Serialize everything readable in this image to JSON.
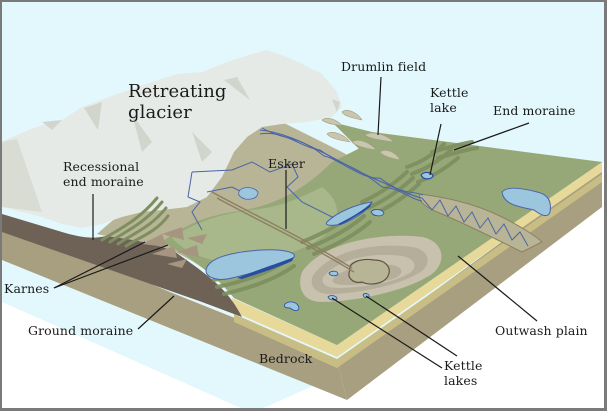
{
  "diagram": {
    "title": "Glacial landforms",
    "colors": {
      "sky": "#e3f8fc",
      "glacier": "#e6eae6",
      "glacier_shadow": "#d2d5cc",
      "ground_moraine": "#6e6257",
      "till": "#b8b496",
      "plain": "#97a878",
      "plain_light": "#a8b88a",
      "moraine_ridge": "#7e8f5f",
      "bedrock": "#a89f80",
      "sand_layer": "#e6d99a",
      "sand_layer_dark": "#c9bd86",
      "water": "#9cc5de",
      "water_dark": "#274da0",
      "stream": "#4a64a8",
      "karnes": "#a69580",
      "esker_fan": "#c8c1ae",
      "esker_fan_ring": "#b5ae9a"
    },
    "labels": {
      "retreating_glacier": [
        "Retreating",
        "glacier"
      ],
      "drumlin_field": [
        "Drumlin field"
      ],
      "kettle_lake": [
        "Kettle",
        "lake"
      ],
      "end_moraine": [
        "End moraine"
      ],
      "esker": [
        "Esker"
      ],
      "recessional_end_moraine": [
        "Recessional",
        "end moraine"
      ],
      "karnes": [
        "Karnes"
      ],
      "ground_moraine": [
        "Ground moraine"
      ],
      "bedrock": [
        "Bedrock"
      ],
      "kettle_lakes": [
        "Kettle",
        "lakes"
      ],
      "outwash_plain": [
        "Outwash plain"
      ]
    }
  }
}
